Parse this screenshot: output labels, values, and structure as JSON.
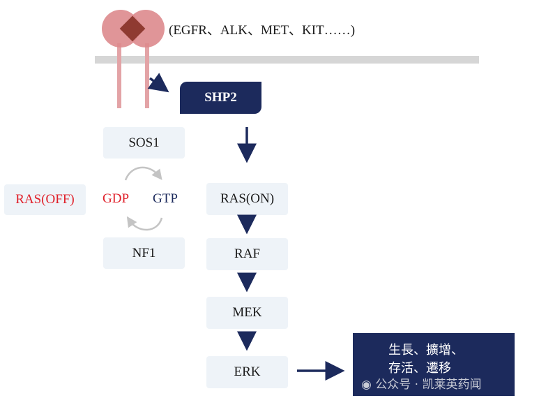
{
  "receptor": {
    "label": "(EGFR、ALK、MET、KIT……)"
  },
  "nodes": {
    "shp2": "SHP2",
    "sos1": "SOS1",
    "nf1": "NF1",
    "ras_off": "RAS(OFF)",
    "gdp": "GDP",
    "gtp": "GTP",
    "ras_on": "RAS(ON)",
    "raf": "RAF",
    "mek": "MEK",
    "erk": "ERK"
  },
  "output": {
    "line1": "生長、擴增、",
    "line2": "存活、遷移"
  },
  "watermark": "公众号 · 凯莱英药闻",
  "colors": {
    "navy": "#1c2a5c",
    "receptor_pink": "#dd8a8d",
    "receptor_dark": "#8f3a31",
    "red_text": "#e0202a",
    "light_box": "#eef3f8",
    "membrane": "#d6d6d6"
  }
}
